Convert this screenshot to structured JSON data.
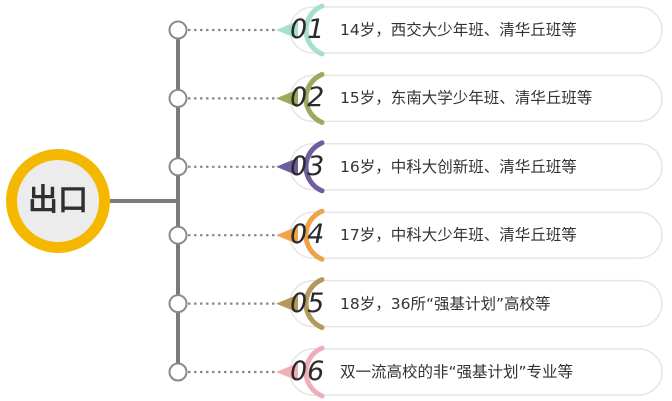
{
  "center": {
    "label": "出口",
    "ring_color": "#f5b800",
    "fill_color": "#ececec"
  },
  "items": [
    {
      "number": "01",
      "text": "14岁，西交大少年班、清华丘班等",
      "color": "#a8dfc8"
    },
    {
      "number": "02",
      "text": "15岁，东南大学少年班、清华丘班等",
      "color": "#9aab5c"
    },
    {
      "number": "03",
      "text": "16岁，中科大创新班、清华丘班等",
      "color": "#6e5e9e"
    },
    {
      "number": "04",
      "text": "17岁，中科大少年班、清华丘班等",
      "color": "#f0a24a"
    },
    {
      "number": "05",
      "text": "18岁，36所“强基计划”高校等",
      "color": "#b39a5a"
    },
    {
      "number": "06",
      "text": "双一流高校的非“强基计划”专业等",
      "color": "#f2aeb8"
    }
  ]
}
